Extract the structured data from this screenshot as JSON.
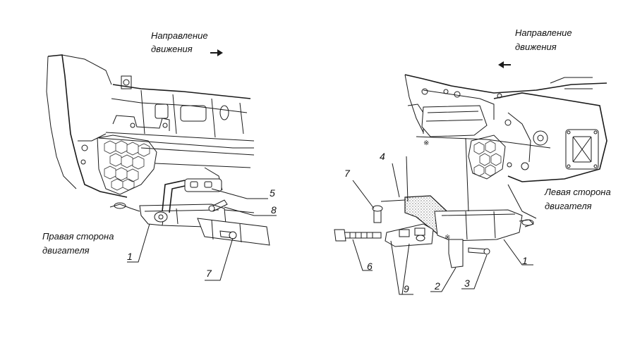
{
  "labels": {
    "direction_left_line1": "Направление",
    "direction_left_line2": "движения",
    "direction_right_line1": "Направление",
    "direction_right_line2": "движения",
    "right_side_line1": "Правая сторона",
    "right_side_line2": "двигателя",
    "left_side_line1": "Левая сторона",
    "left_side_line2": "двигателя"
  },
  "callouts": {
    "left": [
      "1",
      "5",
      "8",
      "7"
    ],
    "right": [
      "4",
      "7",
      "6",
      "9",
      "2",
      "3",
      "1"
    ]
  },
  "icons": {
    "arrow_right": "arrow-right-icon",
    "arrow_left": "arrow-left-icon"
  },
  "colors": {
    "ink": "#1a1a1a",
    "background": "#ffffff"
  }
}
